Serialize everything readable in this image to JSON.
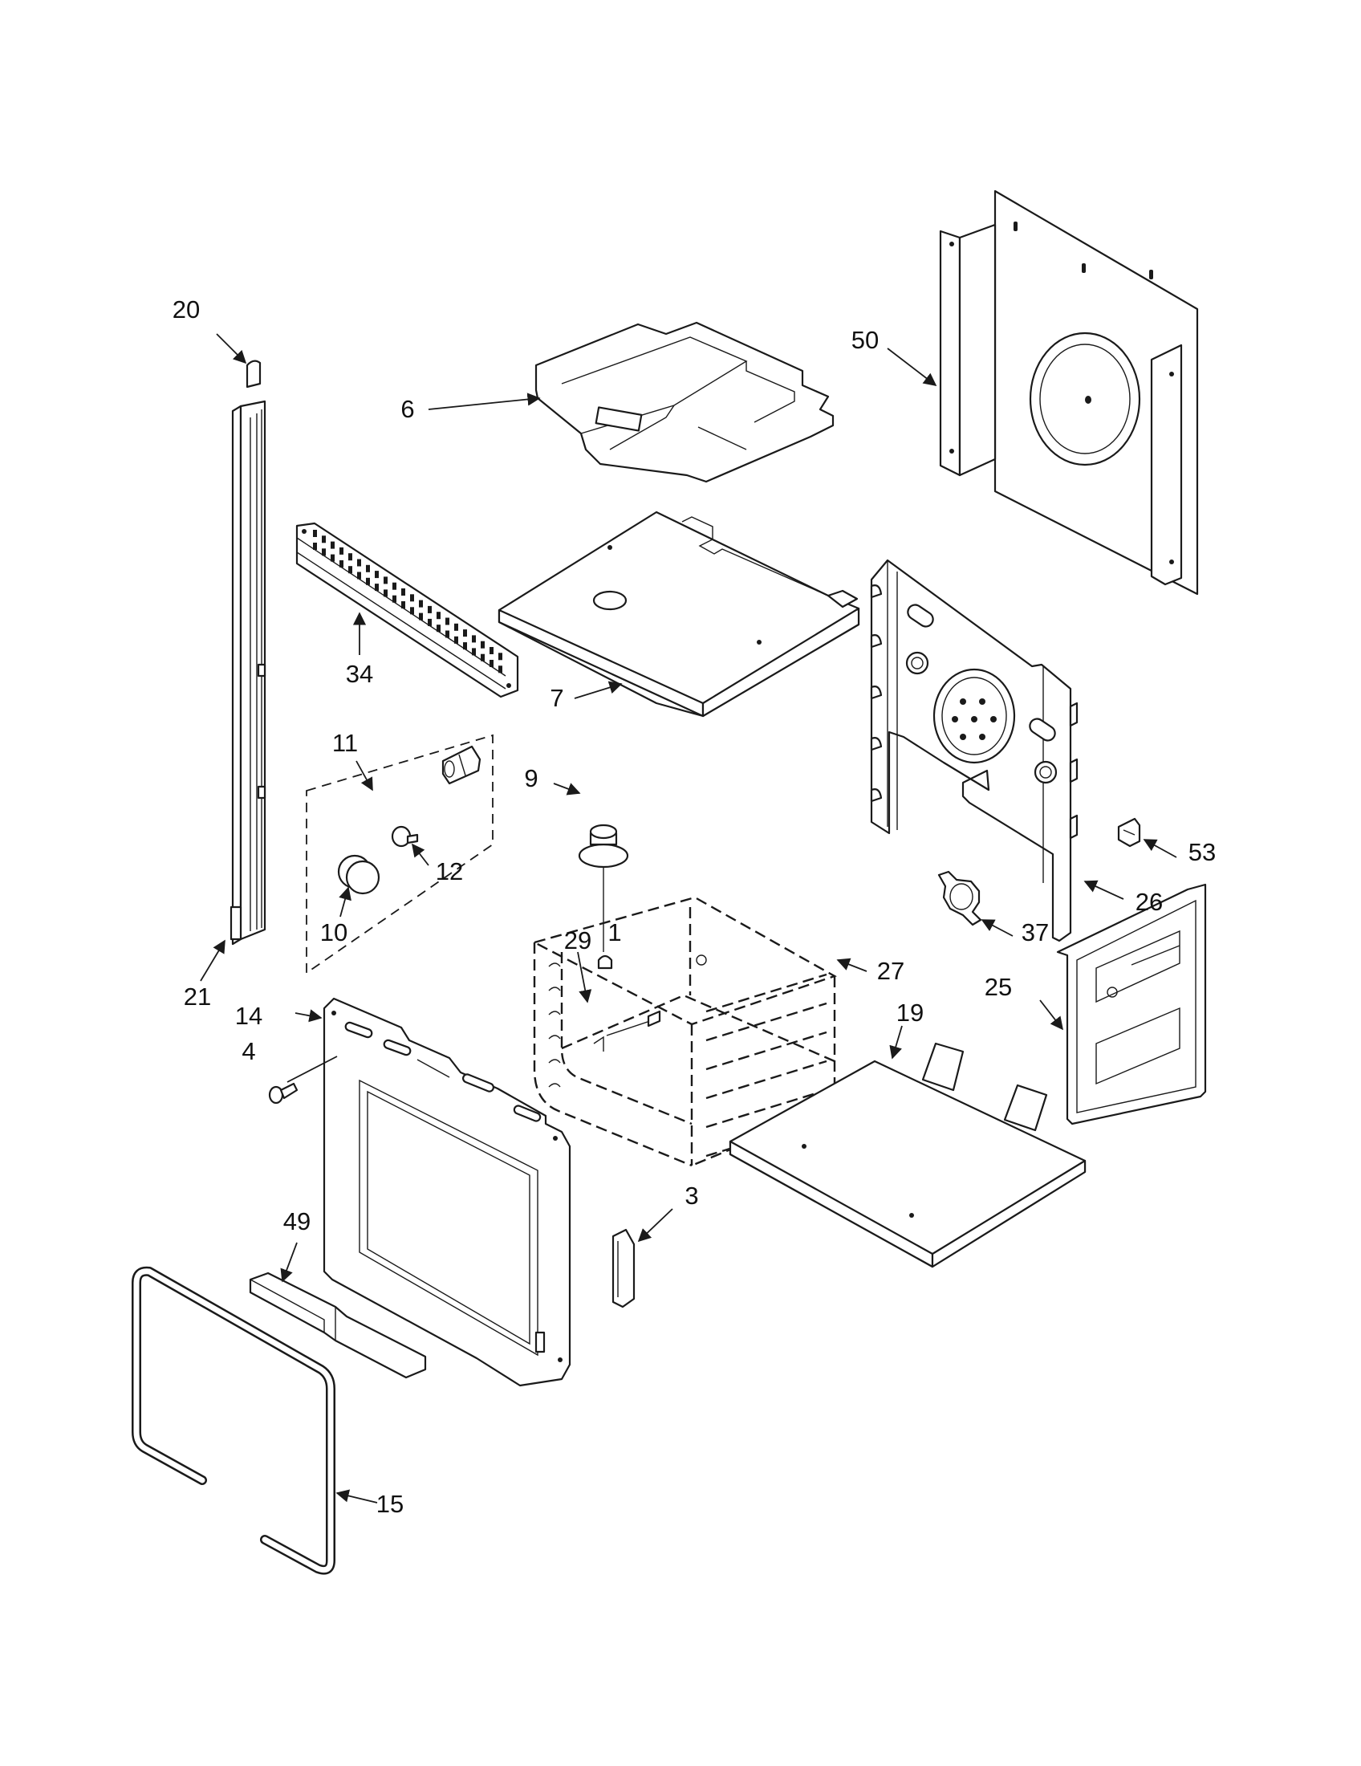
{
  "diagram": {
    "type": "exploded-parts-diagram",
    "callouts": [
      "20",
      "6",
      "50",
      "34",
      "7",
      "11",
      "9",
      "12",
      "10",
      "26",
      "53",
      "29",
      "1",
      "27",
      "37",
      "21",
      "14",
      "4",
      "25",
      "19",
      "3",
      "49",
      "15"
    ]
  }
}
